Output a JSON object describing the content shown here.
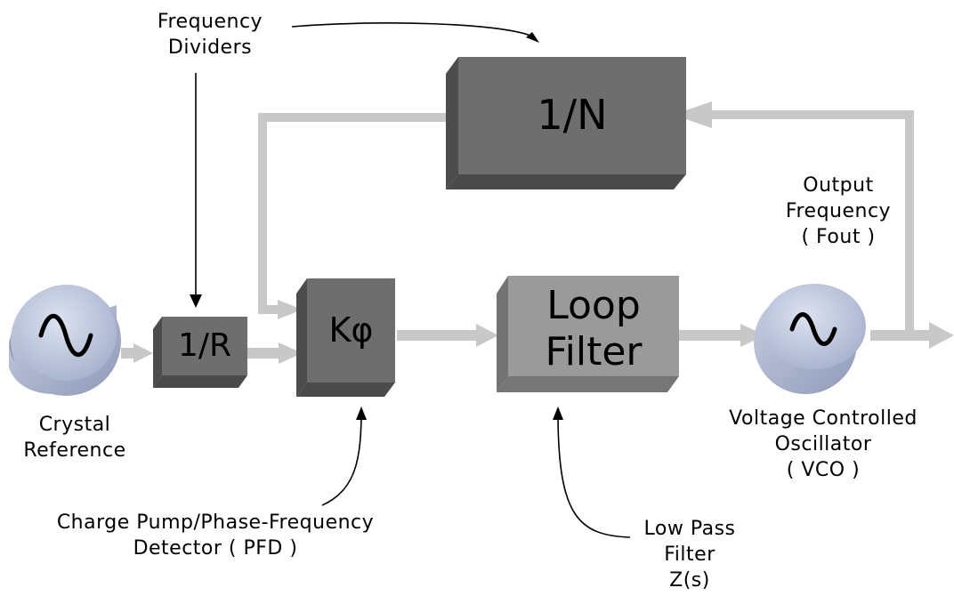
{
  "blocks": {
    "divider_n": "1/N",
    "divider_r": "1/R",
    "pfd": "Kφ",
    "loop_filter": [
      "Loop",
      "Filter"
    ]
  },
  "labels": {
    "frequency_dividers": [
      "Frequency",
      "Dividers"
    ],
    "output_frequency": [
      "Output",
      "Frequency",
      "( Fout )"
    ],
    "crystal_reference": [
      "Crystal",
      "Reference"
    ],
    "vco": [
      "Voltage Controlled",
      "Oscillator",
      "( VCO )"
    ],
    "charge_pump": [
      "Charge Pump/Phase-Frequency",
      "Detector ( PFD )"
    ],
    "low_pass_filter": [
      "Low Pass",
      "Filter",
      "Z(s)"
    ]
  },
  "colors": {
    "flow_arrow": "#c8c8c8",
    "block_dark": "#6e6e6e",
    "block_light": "#9a9a9a",
    "oscillator": "#b4bdd6"
  },
  "icons": {
    "crystal_oscillator": "sine-wave-icon",
    "vco": "sine-wave-icon"
  }
}
